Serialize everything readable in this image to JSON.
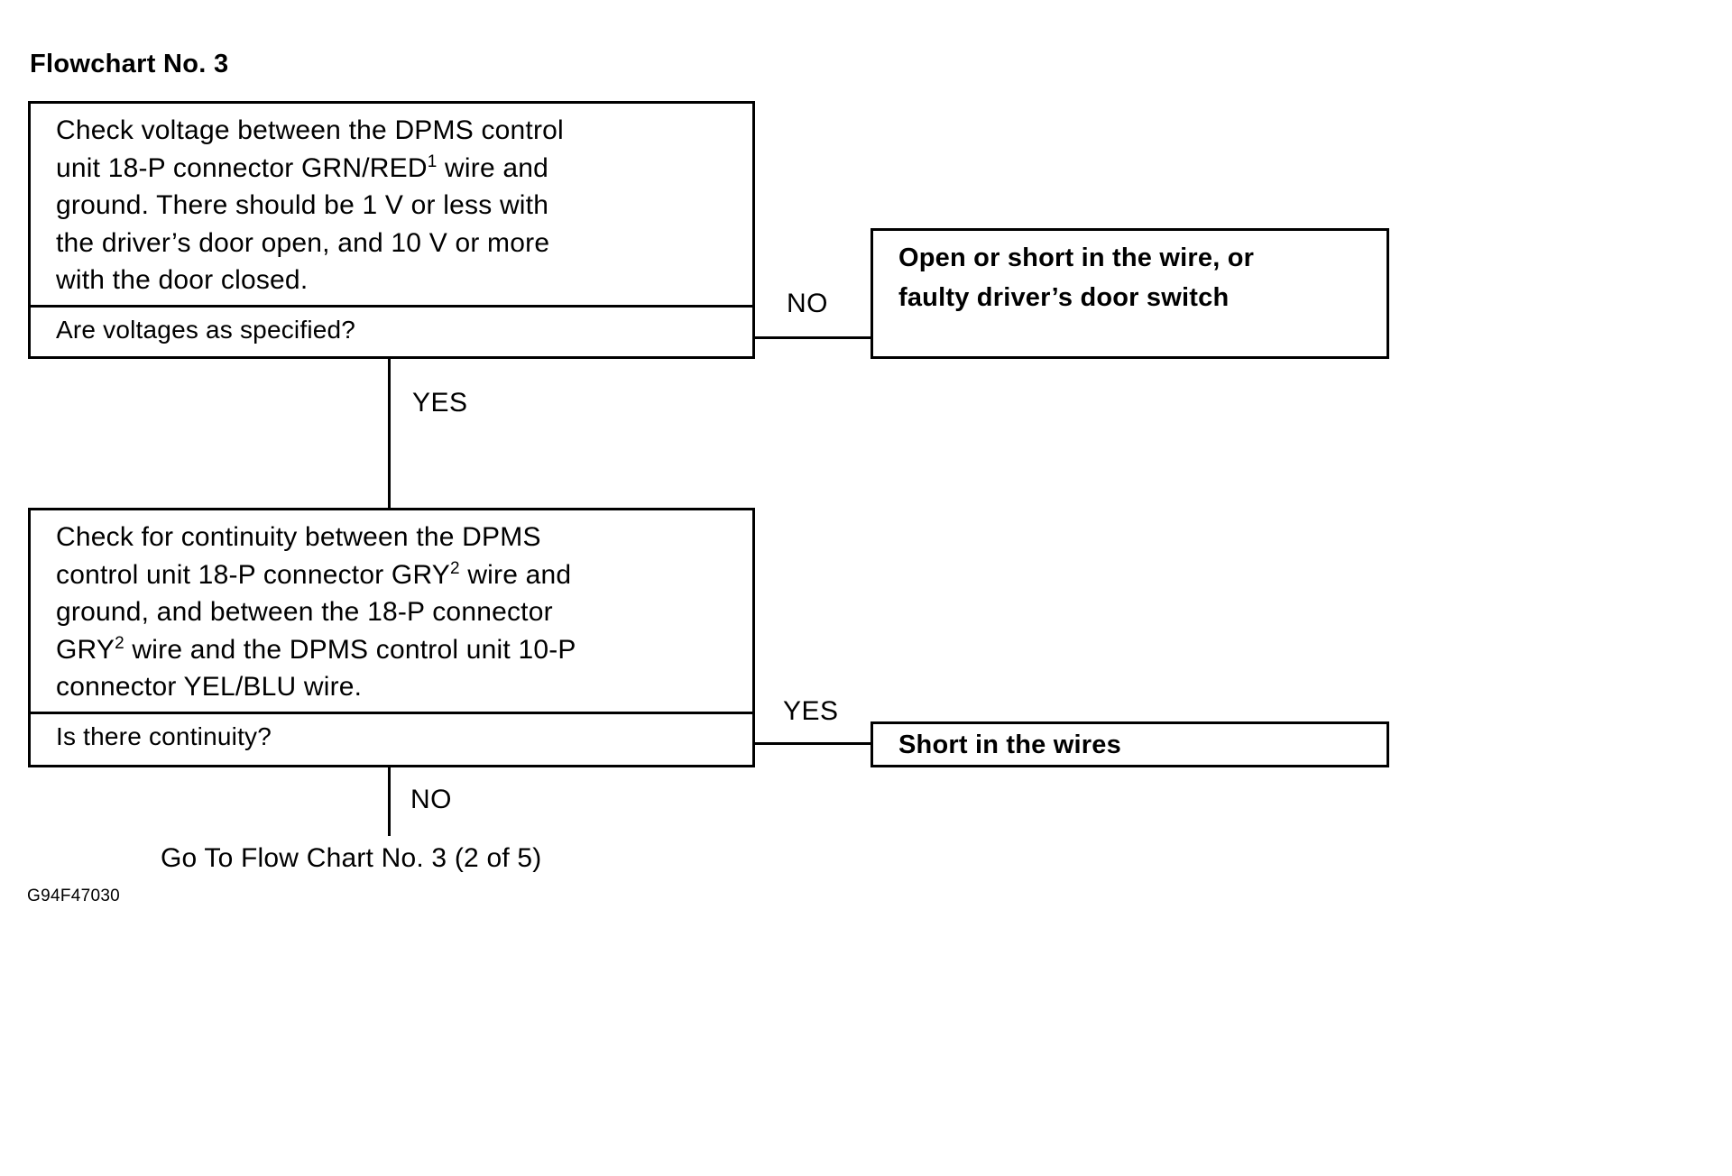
{
  "title": "Flowchart No. 3",
  "footer_code": "G94F47030",
  "step1": {
    "instruction_lines": [
      "Check voltage between the DPMS control",
      "unit 18-P connector GRN/RED¹ wire and",
      "ground. There should be 1 V or less with",
      "the driver’s door open, and 10 V or more",
      "with the door closed."
    ],
    "question": "Are voltages as specified?",
    "no_label": "NO",
    "yes_label": "YES"
  },
  "step1_result": {
    "lines": [
      "Open or short in the wire, or",
      "faulty driver’s door switch"
    ]
  },
  "step2": {
    "instruction_lines": [
      "Check for continuity between the DPMS",
      "control unit 18-P connector GRY² wire and",
      "ground, and between the 18-P connector",
      "GRY² wire and the DPMS control unit 10-P",
      "connector YEL/BLU wire."
    ],
    "question": "Is there continuity?",
    "yes_label": "YES",
    "no_label": "NO"
  },
  "step2_result": {
    "lines": [
      "Short in the wires"
    ]
  },
  "goto": "Go To Flow Chart No. 3 (2 of 5)",
  "colors": {
    "background": "#ffffff",
    "ink": "#000000"
  }
}
